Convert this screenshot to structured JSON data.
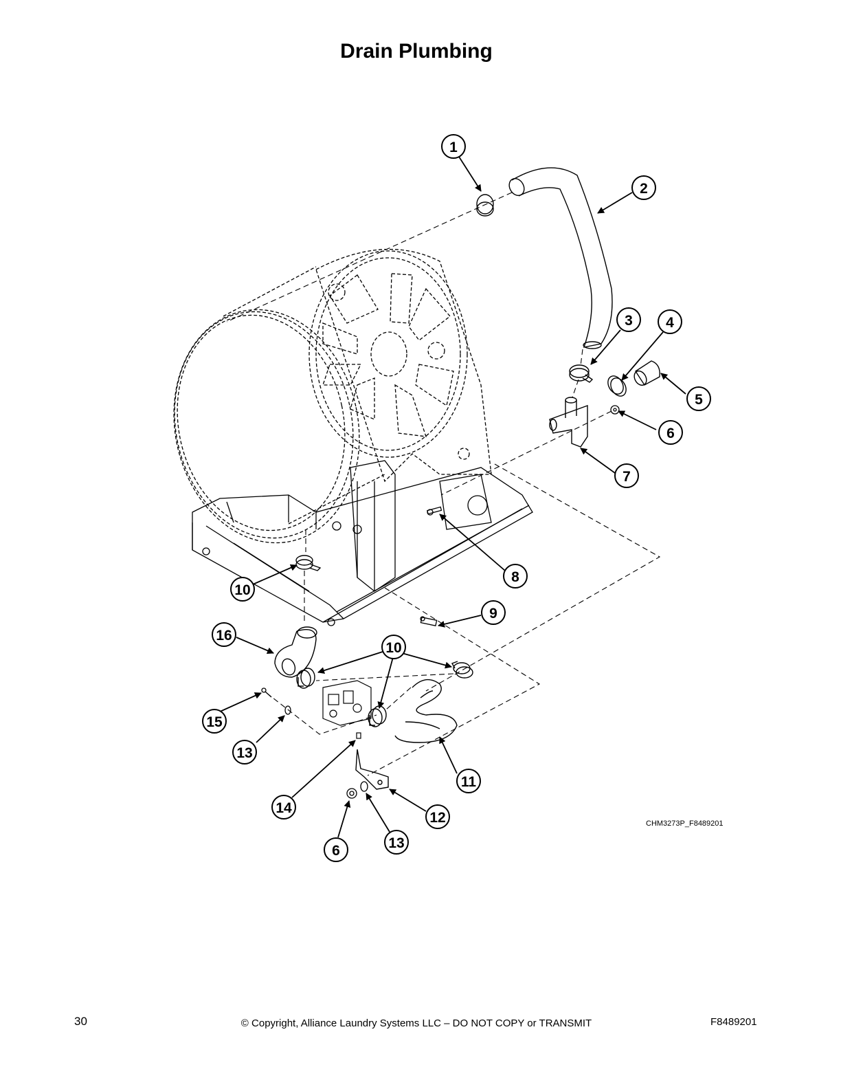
{
  "title": "Drain Plumbing",
  "figure_code": "CHM3273P_F8489201",
  "footer": {
    "page_number": "30",
    "copyright": "© Copyright, Alliance Laundry Systems LLC – DO NOT COPY or TRANSMIT",
    "doc_number": "F8489201"
  },
  "callouts": [
    "1",
    "2",
    "3",
    "4",
    "5",
    "6",
    "7",
    "8",
    "9",
    "10",
    "10",
    "11",
    "12",
    "13",
    "13",
    "14",
    "15",
    "16",
    "6"
  ]
}
